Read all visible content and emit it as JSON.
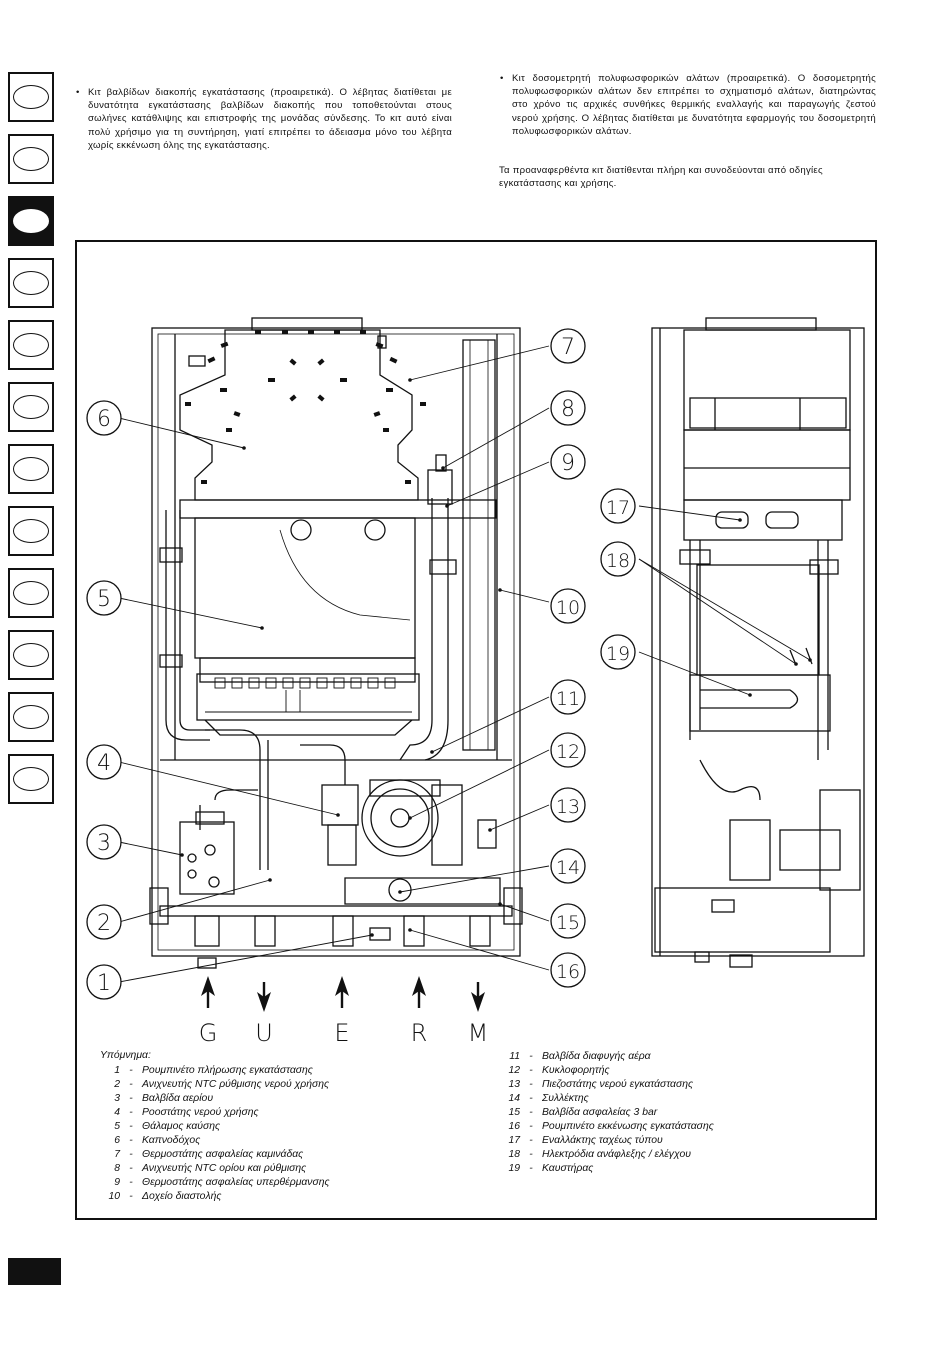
{
  "intro": {
    "left_bullet": "Κιτ βαλβίδων διακοπής εγκατάστασης (προαιρετικά). Ο λέβητας διατίθεται με δυνατότητα εγκατάστασης βαλβίδων διακοπής που τοποθετούνται στους σωλήνες κατάθλιψης και επιστροφής της μονάδας σύνδεσης. Το κιτ αυτό είναι πολύ χρήσιμο για τη συντήρηση, γιατί επιτρέπει το άδειασμα μόνο του λέβητα χωρίς εκκένωση όλης της εγκατάστασης.",
    "right_bullet": "Κιτ δοσομετρητή πολυφωσφορικών αλάτων (προαιρετικά). Ο δοσομετρητής πολυφωσφορικών αλάτων δεν επιτρέπει το σχηματισμό αλάτων, διατηρώντας στο χρόνο τις αρχικές συνθήκες θερμικής εναλλαγής και παραγωγής ζεστού νερού χρήσης. Ο λέβητας διατίθεται με δυνατότητα εφαρμογής του δοσομετρητή πολυφωσφορικών αλάτων.",
    "note": "Τα προαναφερθέντα κιτ διατίθενται πλήρη και συνοδεύονται από οδηγίες εγκατάστασης και χρήσης.",
    "bullet_symbol": "•"
  },
  "side_tabs": {
    "count": 12,
    "active_index": 2
  },
  "diagram": {
    "callouts": [
      "1",
      "2",
      "3",
      "4",
      "5",
      "6",
      "7",
      "8",
      "9",
      "10",
      "11",
      "12",
      "13",
      "14",
      "15",
      "16",
      "17",
      "18",
      "19"
    ],
    "connections": [
      {
        "letter": "G",
        "direction": "up"
      },
      {
        "letter": "U",
        "direction": "down"
      },
      {
        "letter": "E",
        "direction": "up"
      },
      {
        "letter": "R",
        "direction": "up"
      },
      {
        "letter": "M",
        "direction": "down"
      }
    ]
  },
  "legend": {
    "title": "Υπόμνημα:",
    "dash": "-",
    "left_items": [
      {
        "num": "1",
        "text": "Ρουμπινέτο πλήρωσης εγκατάστασης"
      },
      {
        "num": "2",
        "text": "Ανιχνευτής NTC ρύθμισης νερού χρήσης"
      },
      {
        "num": "3",
        "text": "Βαλβίδα αερίου"
      },
      {
        "num": "4",
        "text": "Ροοστάτης νερού χρήσης"
      },
      {
        "num": "5",
        "text": "Θάλαμος καύσης"
      },
      {
        "num": "6",
        "text": "Καπνοδόχος"
      },
      {
        "num": "7",
        "text": "Θερμοστάτης ασφαλείας καμινάδας"
      },
      {
        "num": "8",
        "text": "Ανιχνευτής NTC ορίου και ρύθμισης"
      },
      {
        "num": "9",
        "text": "Θερμοστάτης ασφαλείας υπερθέρμανσης"
      },
      {
        "num": "10",
        "text": "Δοχείο διαστολής"
      }
    ],
    "right_items": [
      {
        "num": "11",
        "text": "Βαλβίδα διαφυγής αέρα"
      },
      {
        "num": "12",
        "text": "Κυκλοφορητής"
      },
      {
        "num": "13",
        "text": "Πιεζοστάτης νερού εγκατάστασης"
      },
      {
        "num": "14",
        "text": "Συλλέκτης"
      },
      {
        "num": "15",
        "text": "Βαλβίδα ασφαλείας 3 bar"
      },
      {
        "num": "16",
        "text": "Ρουμπινέτο εκκένωσης εγκατάστασης"
      },
      {
        "num": "17",
        "text": "Εναλλάκτης ταχέως τύπου"
      },
      {
        "num": "18",
        "text": "Ηλεκτρόδια ανάφλεξης / ελέγχου"
      },
      {
        "num": "19",
        "text": "Καυστήρας"
      }
    ]
  }
}
